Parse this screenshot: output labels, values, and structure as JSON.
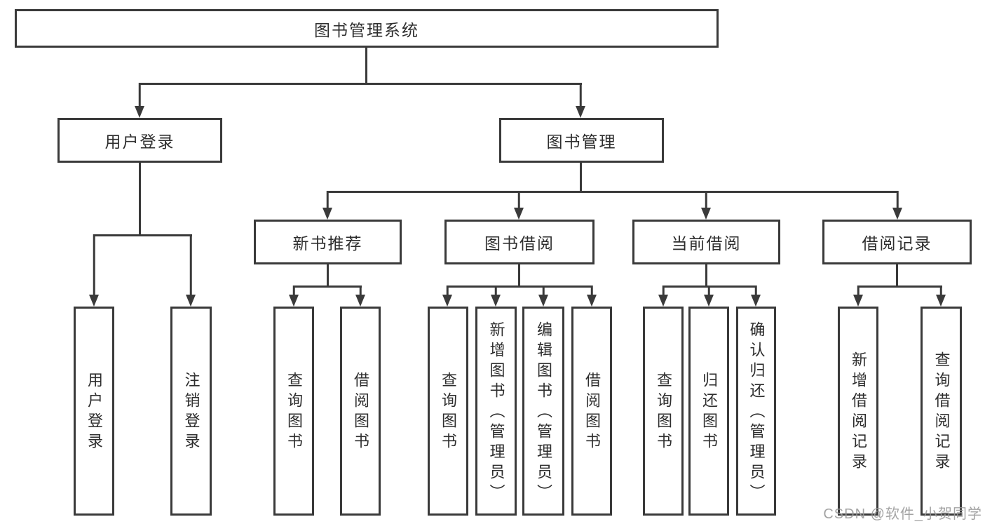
{
  "diagram": {
    "type": "tree",
    "root": {
      "label": "图书管理系统"
    },
    "branches": [
      {
        "label": "用户登录",
        "children": [
          {
            "label": "用户登录"
          },
          {
            "label": "注销登录"
          }
        ]
      },
      {
        "label": "图书管理",
        "children": [
          {
            "label": "新书推荐",
            "children": [
              {
                "label": "查询图书"
              },
              {
                "label": "借阅图书"
              }
            ]
          },
          {
            "label": "图书借阅",
            "children": [
              {
                "label": "查询图书"
              },
              {
                "label": "新增图书（管理员）"
              },
              {
                "label": "编辑图书（管理员）"
              },
              {
                "label": "借阅图书"
              }
            ]
          },
          {
            "label": "当前借阅",
            "children": [
              {
                "label": "查询图书"
              },
              {
                "label": "归还图书"
              },
              {
                "label": "确认归还（管理员）"
              }
            ]
          },
          {
            "label": "借阅记录",
            "children": [
              {
                "label": "新增借阅记录"
              },
              {
                "label": "查询借阅记录"
              }
            ]
          }
        ]
      }
    ]
  },
  "watermark": {
    "text": "CSDN @软件_小贺同学"
  },
  "colors": {
    "line": "#3a3a3a",
    "box_border": "#3a3a3a",
    "box_fill": "#ffffff",
    "text": "#2e2e2e",
    "watermark": "#9a9a9a",
    "background": "#ffffff"
  }
}
